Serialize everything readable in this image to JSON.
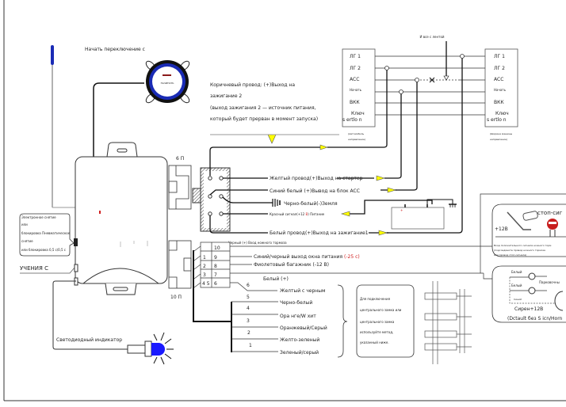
{
  "colors": {
    "antenna": "#1a2bb5",
    "led": "#1a1aff",
    "arrow_fill": "#ffff00",
    "warning_text": "#d02020",
    "wire": "#000000",
    "thin_wire": "#555555"
  },
  "switch": {
    "title": "Начать переключение с",
    "face_label": "НАЧИНАТЬ"
  },
  "brown_wire_note": [
    "Коричневый провод: (+)Выход на",
    "зажигание 2",
    "(выход зажигания 2 — источник питания,",
    "который будет прерван в момент запуска)"
  ],
  "tape_note": "И все с лентой",
  "relay_left": {
    "labels": [
      "ЛГ 1",
      "ЛГ 2",
      "ACC",
      "Начать",
      "ВКК",
      "Ключ",
      "s ertlo n"
    ],
    "caption": [
      "(Автомобиль",
      "направление)"
    ]
  },
  "relay_right": {
    "labels": [
      "ЛГ 1",
      "ЛГ 2",
      "ACC",
      "Начать",
      "ВКК",
      "Ключ",
      "s ertlo n"
    ],
    "caption": [
      "(Ширина машины",
      "направление)"
    ]
  },
  "connector_6p": {
    "label": "6 П"
  },
  "connector_10p": {
    "label": "10 П",
    "pins_left": [
      "",
      "1",
      "2",
      "3",
      "4 5"
    ],
    "pins_right": [
      "10",
      "9",
      "8",
      "7",
      "6"
    ]
  },
  "wires_6p": {
    "starter": "Желтый провод(+)Выход на стартер",
    "acc": "Синий белый (+)Вывод на блок ACC",
    "ground": "Черно-белый(-)Земля",
    "power_a": "Красный сигнал(+12 ",
    "power_red": "В",
    "power_b": ") Питание",
    "ignition1": "Белый провод(+)Выход на зажигание1"
  },
  "wires_10p": {
    "brake": "Черный (+) Вход ножного тормоза",
    "window_a": "Синий/черный выход окна питания ",
    "window_red": "(-25 c)",
    "trunk": "Фиолетовый багажник (-12 В)",
    "white": "Белый (+)"
  },
  "lock_wires": [
    {
      "num": "6",
      "label": "Желтый с черным"
    },
    {
      "num": "5",
      "label": "Черно-белый"
    },
    {
      "num": "4",
      "label": "Ора нге/W хит"
    },
    {
      "num": "3",
      "label": "Оранжевый/Серый"
    },
    {
      "num": "2",
      "label": "Желто-зеленый"
    },
    {
      "num": "1",
      "label": "Зеленый/серый"
    }
  ],
  "lock_note": [
    "Для подключения",
    "центрального замка или",
    "центрального замка",
    "используйте метод,",
    "указанный ниже."
  ],
  "unit_note": [
    "Электронное снятие",
    "или",
    "блокировка Пневматическое",
    "снятие",
    "или блокировка 0,5 с/0,5 с"
  ],
  "learning_label": "УЧЕНИЯ С",
  "led_label": "Светодиодный индикатор",
  "brake_box": {
    "title": "стоп-сиг",
    "plus": "+12В",
    "note": [
      "Вход положительного сигнала ножного торм",
      "(подсоедините провод ножного тормоза",
      "или провод стоп-сигнала)"
    ]
  },
  "siren_box": {
    "white1": "Белый",
    "white2": "Белый",
    "parking": "Парковочны",
    "blue": "Синий",
    "siren": "Сирен+12В",
    "default": "(Dctault без S icn/Horn"
  }
}
